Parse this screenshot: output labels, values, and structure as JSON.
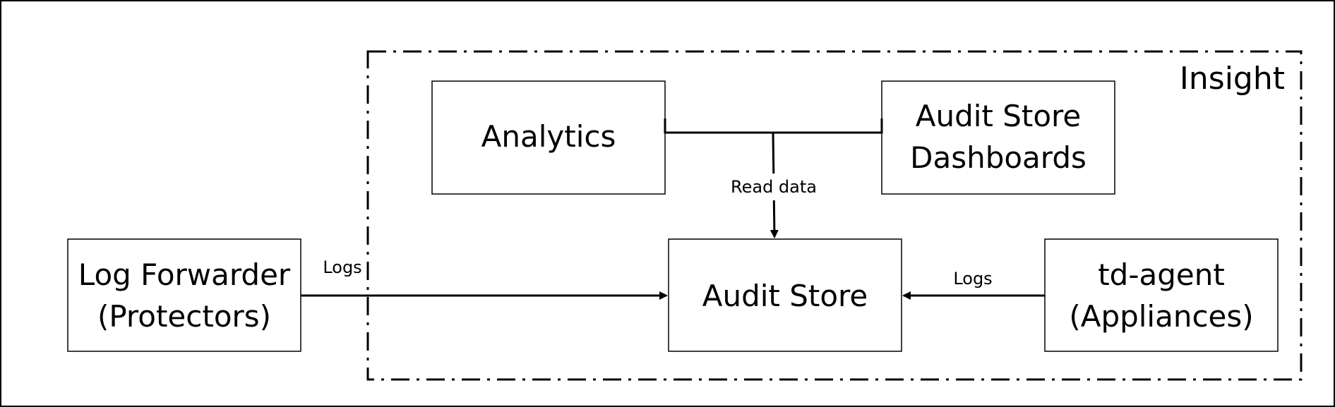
{
  "diagram": {
    "group_label": "Insight",
    "nodes": {
      "analytics": "Analytics",
      "dashboards_line1": "Audit Store",
      "dashboards_line2": "Dashboards",
      "log_forwarder_line1": "Log Forwarder",
      "log_forwarder_line2": "(Protectors)",
      "audit_store": "Audit Store",
      "td_agent_line1": "td-agent",
      "td_agent_line2": "(Appliances)"
    },
    "edges": {
      "read_data": "Read data",
      "logs_left": "Logs",
      "logs_right": "Logs"
    }
  }
}
